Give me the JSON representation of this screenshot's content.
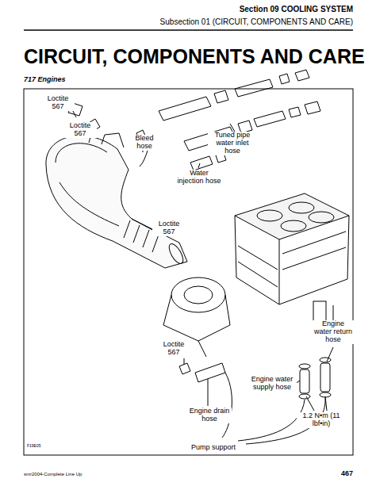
{
  "diagram": {
    "title": "CIRCUIT, COMPONENTS AND CARE",
    "labels": [
      "Section 09 COOLING SYSTEM",
      "Subsection 01 (CIRCUIT, COMPONENTS AND CARE)",
      "717 Engines",
      "Loctite 567",
      "Loctite 567",
      "Bleed hose",
      "Tuned pipe water inlet hose",
      "Water injection hose",
      "Loctite 567",
      "Engine water return hose",
      "Loctite 567",
      "Engine water supply hose",
      "1.2 N•m (11 lbf•in)",
      "Engine drain hose",
      "Pump support",
      "F19E05",
      "smr2004-Complete Line Up",
      "467"
    ]
  }
}
